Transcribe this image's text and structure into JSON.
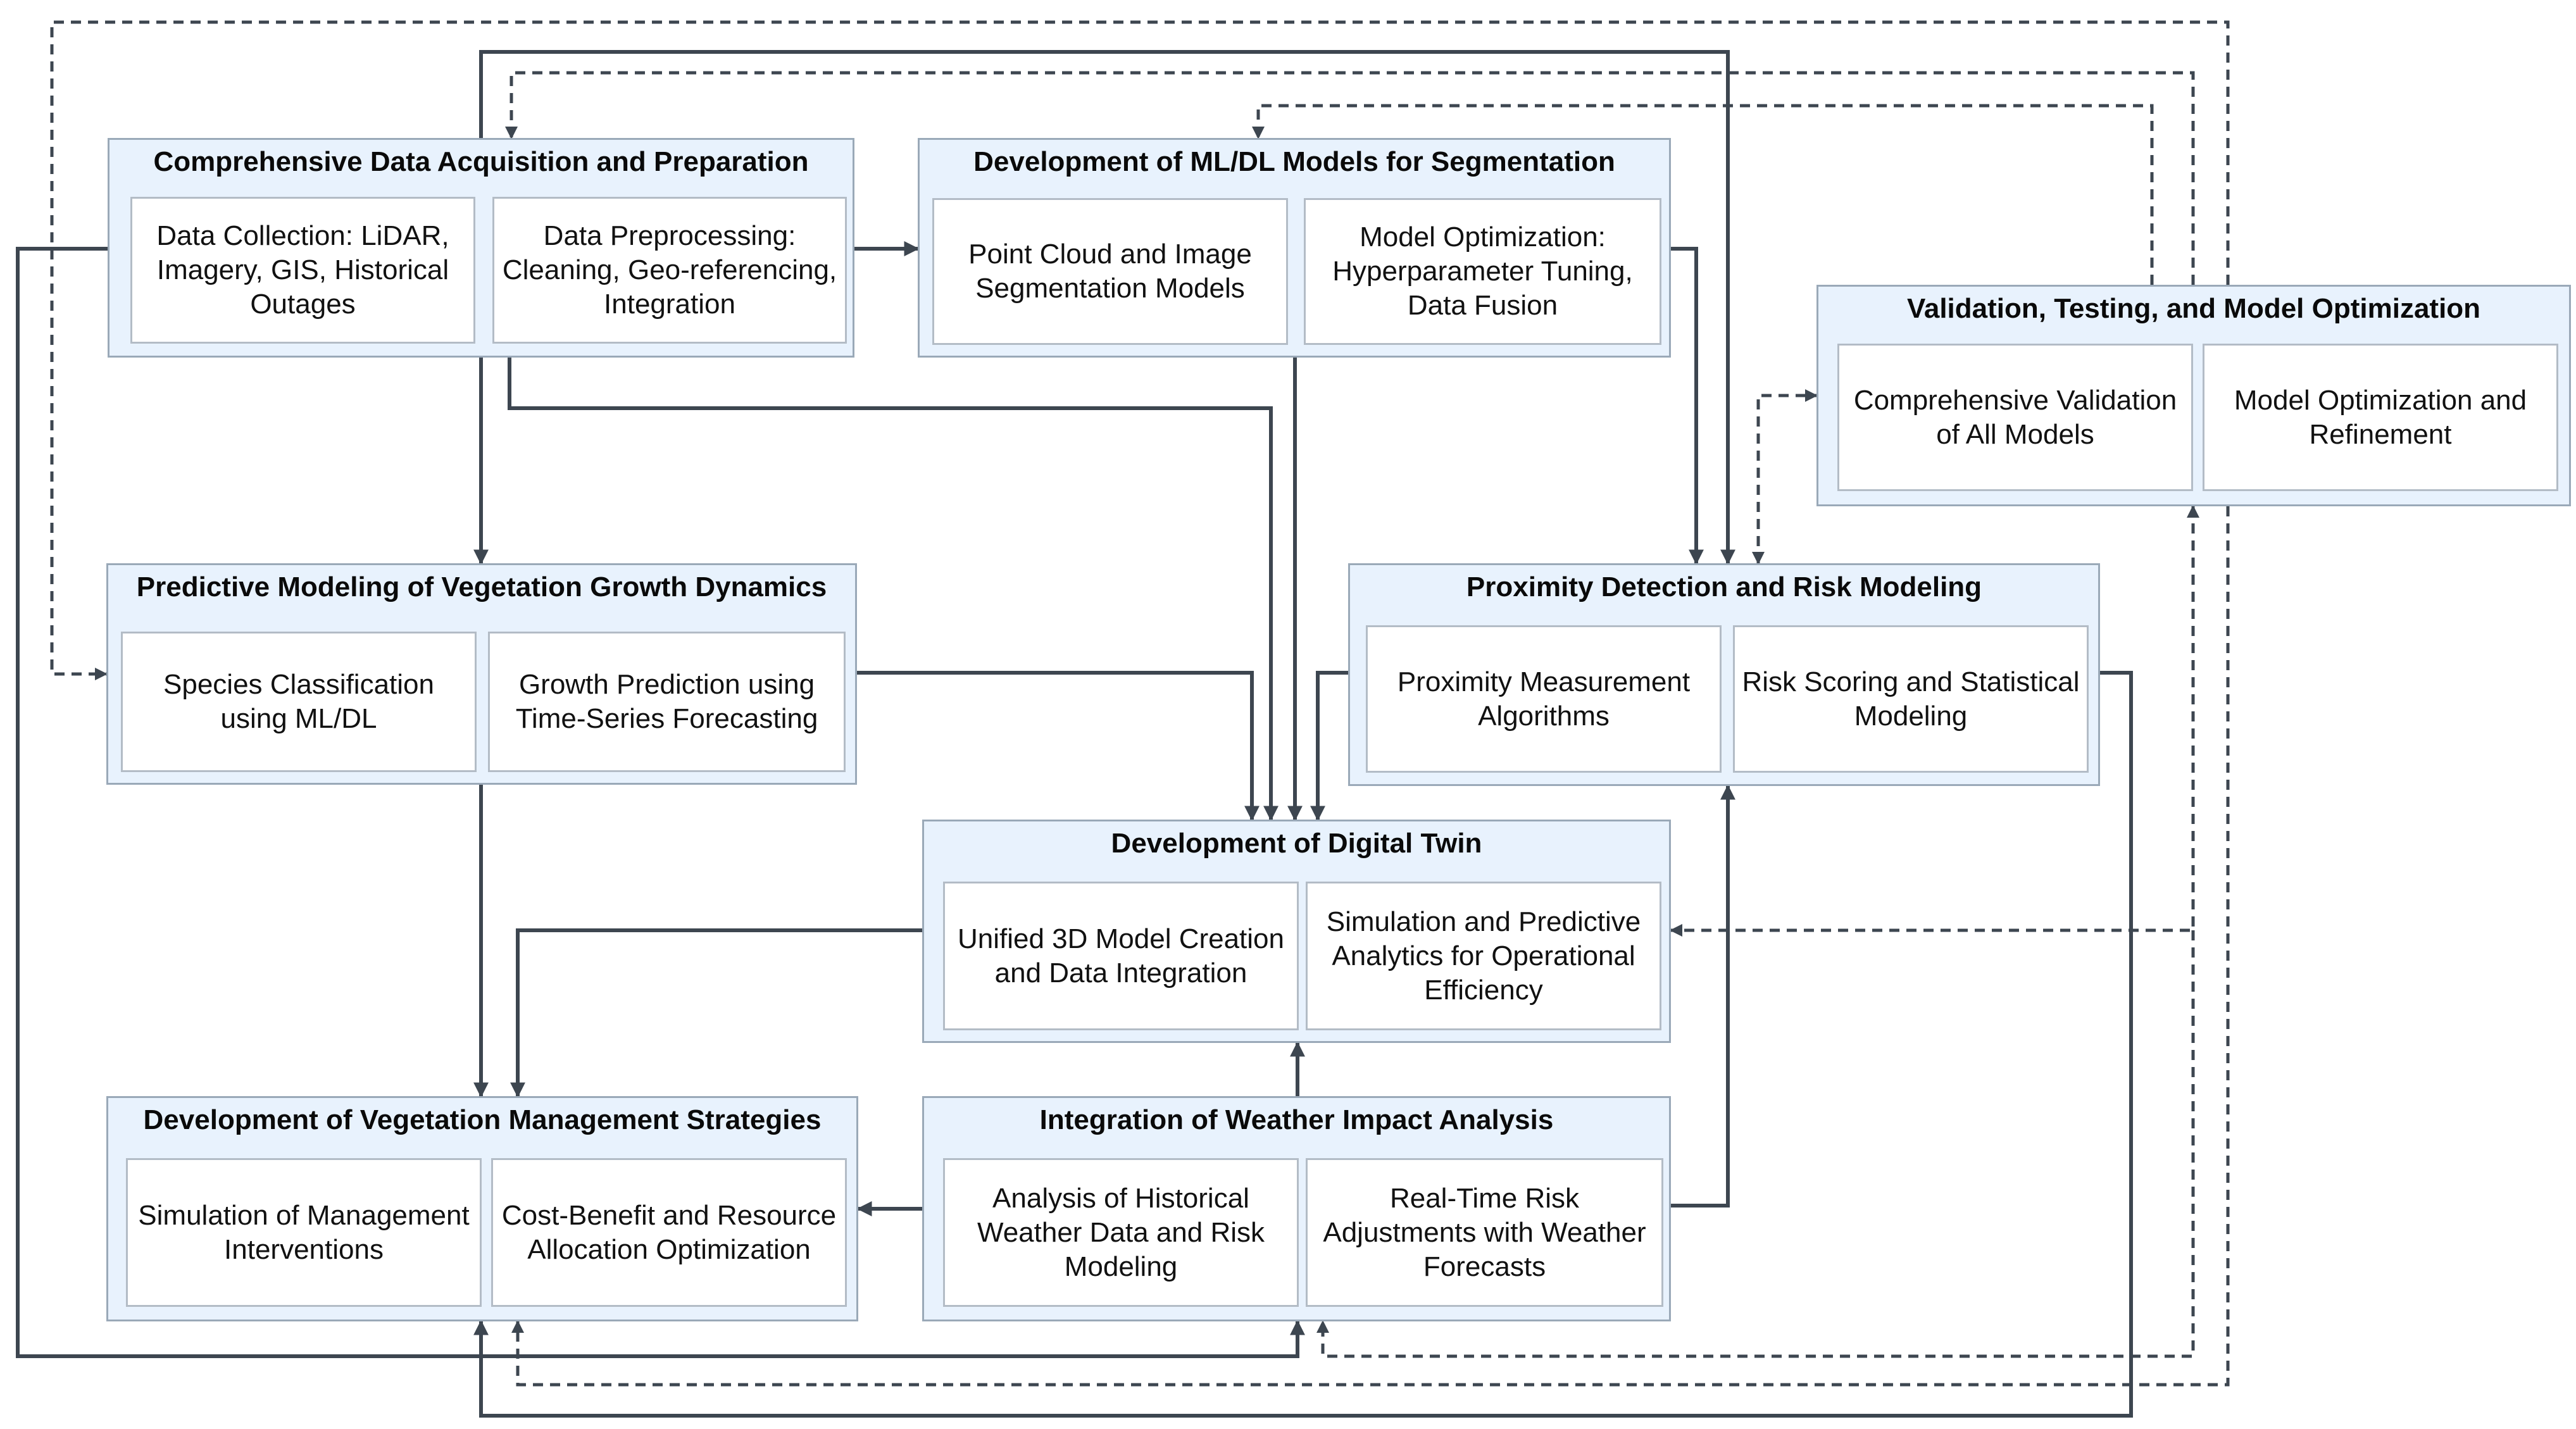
{
  "diagram": {
    "groups": {
      "data_acquisition": {
        "title": "Comprehensive Data Acquisition and Preparation",
        "boxes": [
          "Data Collection: LiDAR, Imagery, GIS, Historical Outages",
          "Data Preprocessing: Cleaning, Geo-referencing, Integration"
        ]
      },
      "ml_dl_segmentation": {
        "title": "Development of ML/DL Models for Segmentation",
        "boxes": [
          "Point Cloud and Image Segmentation Models",
          "Model Optimization: Hyperparameter Tuning, Data Fusion"
        ]
      },
      "validation_testing": {
        "title": "Validation, Testing, and Model Optimization",
        "boxes": [
          "Comprehensive Validation of All Models",
          "Model Optimization and Refinement"
        ]
      },
      "predictive_modeling": {
        "title": "Predictive Modeling of Vegetation Growth Dynamics",
        "boxes": [
          "Species Classification using ML/DL",
          "Growth Prediction using Time-Series Forecasting"
        ]
      },
      "proximity_risk": {
        "title": "Proximity Detection and Risk Modeling",
        "boxes": [
          "Proximity Measurement Algorithms",
          "Risk Scoring and Statistical Modeling"
        ]
      },
      "digital_twin": {
        "title": "Development of Digital Twin",
        "boxes": [
          "Unified 3D Model Creation and Data Integration",
          "Simulation and Predictive Analytics for Operational Efficiency"
        ]
      },
      "management_strategies": {
        "title": "Development of Vegetation Management Strategies",
        "boxes": [
          "Simulation of Management Interventions",
          "Cost-Benefit and Resource Allocation Optimization"
        ]
      },
      "weather_impact": {
        "title": "Integration of Weather Impact Analysis",
        "boxes": [
          "Analysis of Historical Weather Data and Risk Modeling",
          "Real-Time Risk Adjustments with Weather Forecasts"
        ]
      }
    },
    "colors": {
      "group_fill": "#e8f2fd",
      "group_border": "#9aa9b8",
      "box_fill": "#ffffff",
      "box_border": "#b3bcc6",
      "connector": "#3d4650"
    }
  }
}
